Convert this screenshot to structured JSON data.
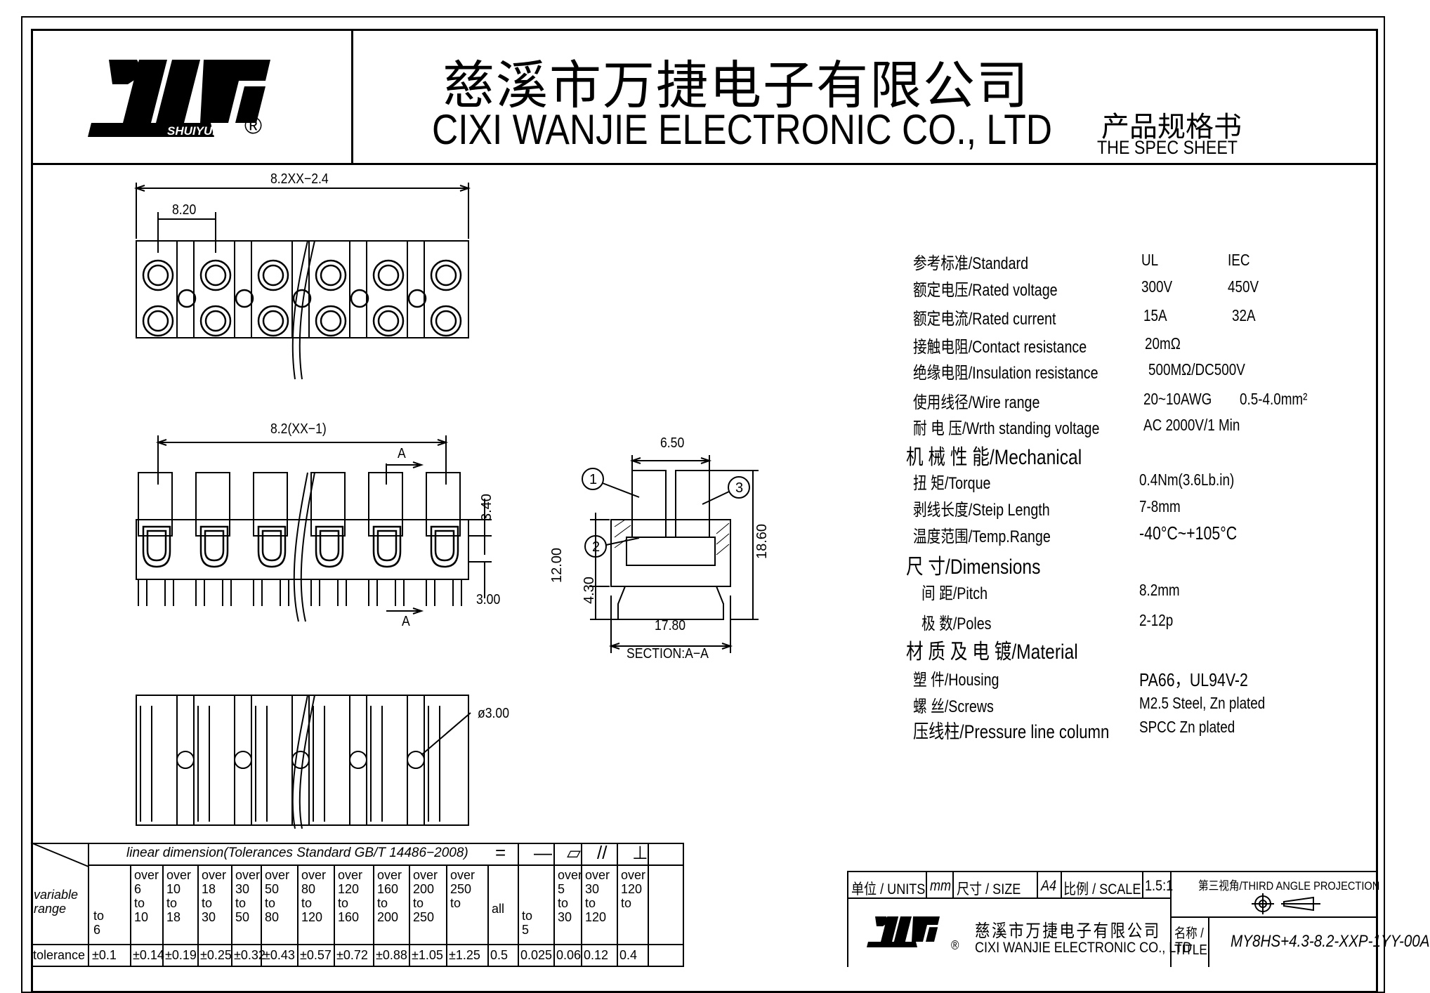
{
  "header": {
    "logo_text": "SHUIYUNPU",
    "registered_mark": "®",
    "company_cn": "慈溪市万捷电子有限公司",
    "company_en": "CIXI WANJIE ELECTRONIC CO., LTD",
    "spec_cn": "产品规格书",
    "spec_en": "THE SPEC SHEET"
  },
  "drawing": {
    "top_overall": "8.2XX−2.4",
    "top_pitch": "8.20",
    "front_overall": "8.2(XX−1)",
    "section_mark": "A",
    "dim_340": "3.40",
    "dim_300": "3.00",
    "section_width_top": "6.50",
    "dim_1200": "12.00",
    "dim_430": "4.30",
    "dim_1860": "18.60",
    "dim_1780": "17.80",
    "section_label": "SECTION:A−A",
    "hole_dia": "ø3.00",
    "callouts": [
      "1",
      "2",
      "3"
    ]
  },
  "specs": {
    "standard": {
      "label": "参考标准/Standard",
      "ul": "UL",
      "iec": "IEC"
    },
    "voltage": {
      "label": "额定电压/Rated voltage",
      "ul": "300V",
      "iec": "450V"
    },
    "current": {
      "label": "额定电流/Rated current",
      "ul": "15A",
      "iec": "32A"
    },
    "contact": {
      "label": "接触电阻/Contact resistance",
      "value": "20mΩ"
    },
    "insulation": {
      "label": "绝缘电阻/Insulation resistance",
      "value": "500MΩ/DC500V"
    },
    "wire": {
      "label": "使用线径/Wire range",
      "value": "20~10AWG",
      "value2": "0.5-4.0mm²"
    },
    "withstand": {
      "label": "耐 电 压/Wrth standing voltage",
      "value": "AC 2000V/1 Min"
    },
    "mechanical": "机 械 性 能/Mechanical",
    "torque": {
      "label": "扭 矩/Torque",
      "value": "0.4Nm(3.6Lb.in)"
    },
    "strip": {
      "label": "剥线长度/Steip Length",
      "value": "7-8mm"
    },
    "temp": {
      "label": "温度范围/Temp.Range",
      "value": "-40°C~+105°C"
    },
    "dimensions": "尺 寸/Dimensions",
    "pitch": {
      "label": "间 距/Pitch",
      "value": "8.2mm"
    },
    "poles": {
      "label": "极 数/Poles",
      "value": "2-12p"
    },
    "material": "材 质 及 电 镀/Material",
    "housing": {
      "label": "塑 件/Housing",
      "value": "PA66，UL94V-2"
    },
    "screws": {
      "label": "螺 丝/Screws",
      "value": "M2.5  Steel, Zn plated"
    },
    "pressure": {
      "label": "压线柱/Pressure line column",
      "value": "SPCC Zn plated"
    }
  },
  "tolerance_table": {
    "header": "linear  dimension(Tolerances  Standard  GB/T  14486−2008)",
    "row_label_range": "variable range",
    "row_label_tol": "tolerance",
    "ranges": [
      [
        "to",
        "6"
      ],
      [
        "over",
        "6",
        "to",
        "10"
      ],
      [
        "over",
        "10",
        "to",
        "18"
      ],
      [
        "over",
        "18",
        "to",
        "30"
      ],
      [
        "over",
        "30",
        "to",
        "50"
      ],
      [
        "over",
        "50",
        "to",
        "80"
      ],
      [
        "over",
        "80",
        "to",
        "120"
      ],
      [
        "over",
        "120",
        "to",
        "160"
      ],
      [
        "over",
        "160",
        "to",
        "200"
      ],
      [
        "over",
        "200",
        "to",
        "250"
      ],
      [
        "over",
        "250",
        "to"
      ],
      [
        "all"
      ],
      [
        "to",
        "5"
      ],
      [
        "over",
        "5",
        "to",
        "30"
      ],
      [
        "over",
        "30",
        "to",
        "120"
      ],
      [
        "over",
        "120",
        "to"
      ]
    ],
    "tolerances": [
      "±0.1",
      "±0.14",
      "±0.19",
      "±0.25",
      "±0.32",
      "±0.43",
      "±0.57",
      "±0.72",
      "±0.88",
      "±1.05",
      "±1.25",
      "0.5",
      "0.025",
      "0.06",
      "0.12",
      "0.4"
    ],
    "geo_symbols": [
      "=",
      "—",
      "▱",
      "//",
      "⊥"
    ]
  },
  "title_block": {
    "units_label": "单位 / UNITS",
    "units_value": "mm",
    "size_label": "尺寸 / SIZE",
    "size_value": "A4",
    "scale_label": "比例 / SCALE",
    "scale_value": "1.5:1",
    "projection": "第三视角/THIRD ANGLE PROJECTION",
    "company_cn": "慈溪市万捷电子有限公司",
    "company_en": "CIXI WANJIE ELECTRONIC CO., LTD",
    "title_label_cn": "名称 /",
    "title_label_en": "TITLE",
    "title_value": "MY8HS+4.3-8.2-XXP-1YY-00A"
  }
}
